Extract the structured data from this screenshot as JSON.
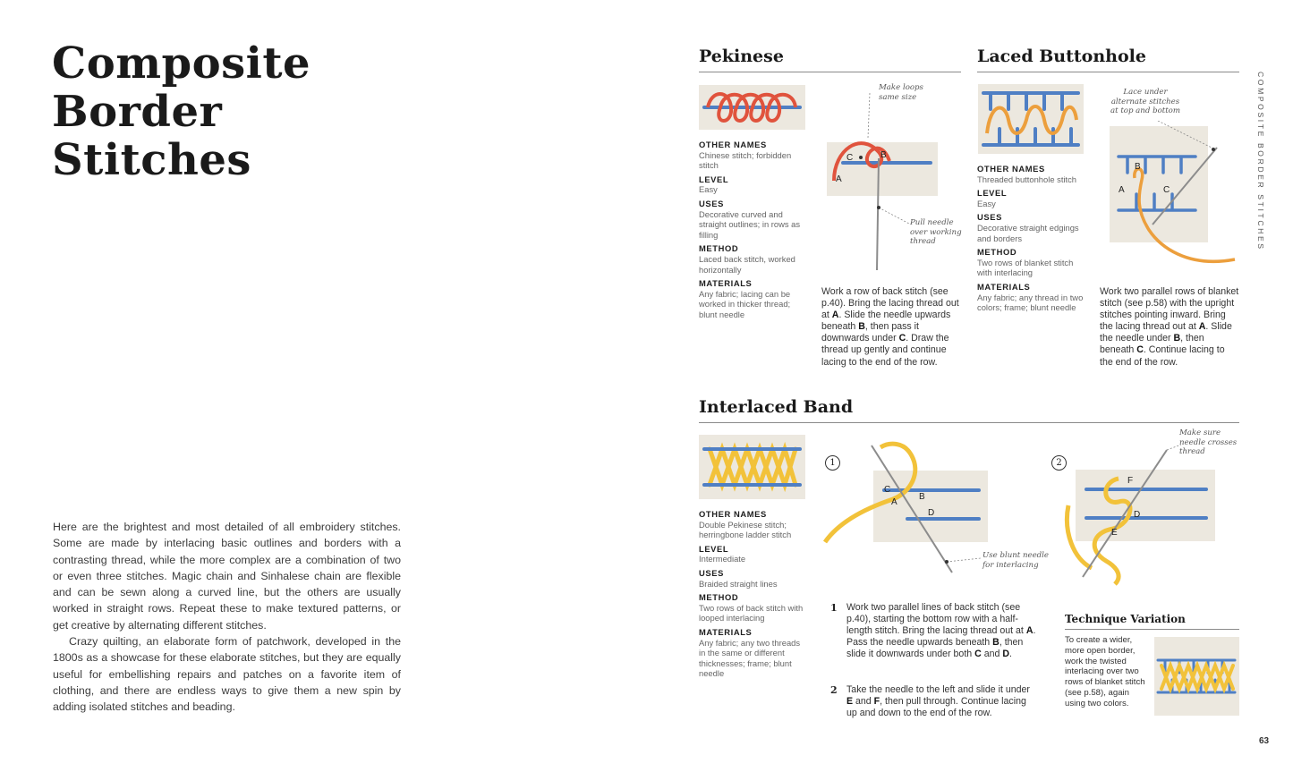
{
  "page": {
    "title": "Composite Border Stitches",
    "title_lines": [
      "Composite",
      "Border",
      "Stitches"
    ],
    "intro_paragraphs": [
      "Here are the brightest and most detailed of all embroidery stitches. Some are made by interlacing basic outlines and borders with a contrasting thread, while the more complex are a combination of two or even three stitches. Magic chain and Sinhalese chain are flexible and can be sewn along a curved line, but the others are usually worked in straight rows. Repeat these to make textured patterns, or get creative by alternating different stitches.",
      "Crazy quilting, an elaborate form of patchwork, developed in the 1800s as a showcase for these elaborate stitches, but they are equally useful for embellishing repairs and patches on a favorite item of clothing, and there are endless ways to give them a new spin by adding isolated stitches and beading."
    ],
    "side_label": "COMPOSITE BORDER STITCHES",
    "page_number": "63"
  },
  "colors": {
    "fabric": "#ece8df",
    "blue_thread": "#4f7fc4",
    "red_thread": "#e0533d",
    "orange_thread": "#ec9f3d",
    "yellow_thread": "#f2c23a",
    "needle": "#8c8c8c"
  },
  "labels": {
    "other_names": "OTHER NAMES",
    "level": "LEVEL",
    "uses": "USES",
    "method": "METHOD",
    "materials": "MATERIALS"
  },
  "pekinese": {
    "title": "Pekinese",
    "other_names": "Chinese stitch; forbidden stitch",
    "level": "Easy",
    "uses": "Decorative curved and straight outlines; in rows as filling",
    "method": "Laced back stitch, worked horizontally",
    "materials": "Any fabric; lacing can be worked in thicker thread; blunt needle",
    "note_top": "Make loops same size",
    "note_bottom": "Pull needle over working thread",
    "point_labels": [
      "A",
      "B",
      "C"
    ],
    "instructions": {
      "t1": "Work a row of back stitch (see p.40). Bring the lacing thread out at ",
      "a": "A",
      "t2": ". Slide the needle upwards beneath ",
      "b": "B",
      "t3": ", then pass it downwards under ",
      "c": "C",
      "t4": ". Draw the thread up gently and continue lacing to the end of the row."
    }
  },
  "laced_buttonhole": {
    "title": "Laced Buttonhole",
    "other_names": "Threaded buttonhole stitch",
    "level": "Easy",
    "uses": "Decorative straight edgings and borders",
    "method": "Two rows of blanket stitch with interlacing",
    "materials": "Any fabric; any thread in two colors; frame; blunt needle",
    "note_top": "Lace under alternate stitches at top and bottom",
    "point_labels": [
      "A",
      "B",
      "C"
    ],
    "instructions": {
      "t1": "Work two parallel rows of blanket stitch (see p.58) with the upright stitches pointing inward. Bring the lacing thread out at ",
      "a": "A",
      "t2": ". Slide the needle under ",
      "b": "B",
      "t3": ", then beneath ",
      "c": "C",
      "t4": ". Continue lacing to the end of the row."
    }
  },
  "interlaced_band": {
    "title": "Interlaced Band",
    "other_names": "Double Pekinese stitch; herringbone ladder stitch",
    "level": "Intermediate",
    "uses": "Braided straight lines",
    "method": "Two rows of back stitch with looped interlacing",
    "materials": "Any fabric; any two threads in the same or different thicknesses; frame; blunt needle",
    "step1_circle": "1",
    "step2_circle": "2",
    "note_blunt": "Use blunt needle for interlacing",
    "note_crosses": "Make sure needle crosses thread",
    "step1_labels": [
      "A",
      "B",
      "C",
      "D"
    ],
    "step2_labels": [
      "D",
      "E",
      "F"
    ],
    "step1": {
      "num": "1",
      "t1": "Work two parallel lines of back stitch (see p.40), starting the bottom row with a half-length stitch. Bring the lacing thread out at ",
      "a": "A",
      "t2": ". Pass the needle upwards beneath ",
      "b": "B",
      "t3": ", then slide it downwards under both ",
      "c": "C",
      "t4": " and ",
      "d": "D",
      "t5": "."
    },
    "step2": {
      "num": "2",
      "t1": "Take the needle to the left and slide it under ",
      "e": "E",
      "t2": " and ",
      "f": "F",
      "t3": ", then pull through. Continue lacing up and down to the end of the row."
    },
    "technique": {
      "title": "Technique Variation",
      "text": "To create a wider, more open border, work the twisted interlacing over two rows of blanket stitch (see p.58), again using two colors."
    }
  }
}
